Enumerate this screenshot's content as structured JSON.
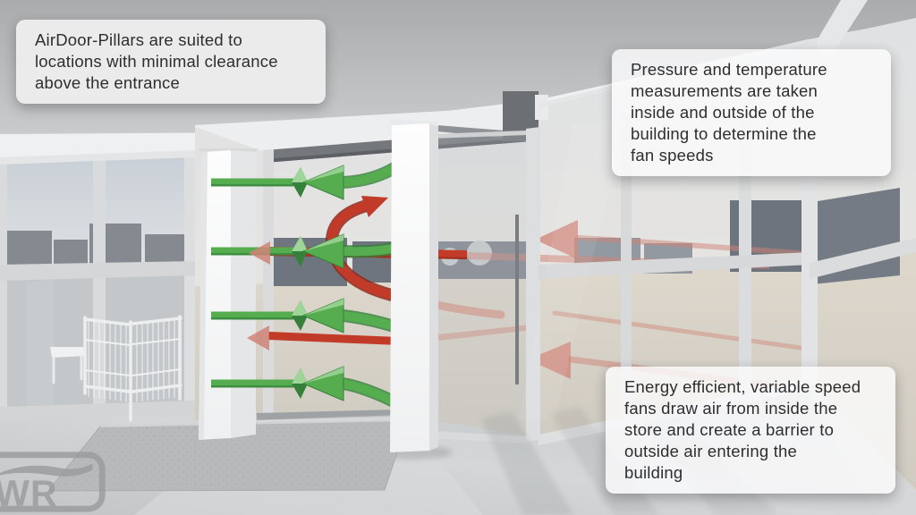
{
  "callouts": [
    {
      "id": "pillars-clearance",
      "lines": [
        "AirDoor-Pillars are suited to",
        "locations with minimal clearance",
        "above the entrance"
      ]
    },
    {
      "id": "pressure-temperature",
      "lines": [
        "Pressure and temperature",
        "measurements are taken",
        "inside and outside of the",
        "building to determine the",
        "fan speeds"
      ]
    },
    {
      "id": "energy-efficiency",
      "lines": [
        "Energy efficient, variable speed",
        "fans draw air from inside the",
        "store and create a barrier to",
        "outside air entering the",
        "building"
      ]
    }
  ],
  "logo": {
    "text": "WR"
  },
  "colors": {
    "inside_air_green": "#56ad50",
    "inside_air_green_dark": "#35803a",
    "inside_air_green_light": "#9ed598",
    "outside_air_red": "#c23a28",
    "outside_air_red_dark": "#8e2a1e",
    "outside_air_red_faded": "#d08478",
    "callout_bg": "#ebebec",
    "callout_text": "#2e2e2e",
    "pillar_white": "#f6f7f8",
    "logo_gray": "#97999a"
  }
}
